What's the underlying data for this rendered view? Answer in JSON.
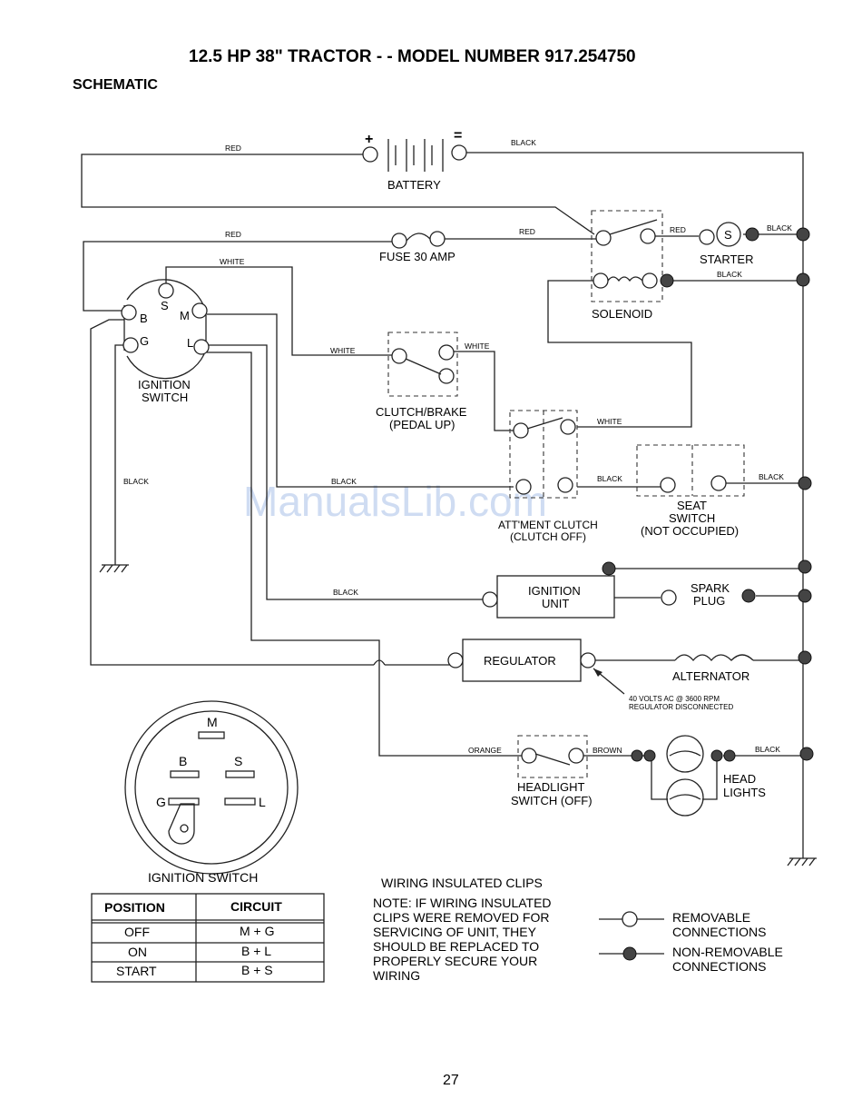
{
  "header": {
    "title": "12.5 HP 38\" TRACTOR - - MODEL NUMBER 917.254750",
    "subtitle": "SCHEMATIC"
  },
  "components": {
    "battery": "BATTERY",
    "plus": "+",
    "minus": "=",
    "fuse": "FUSE 30 AMP",
    "starter": "STARTER",
    "starter_s": "S",
    "solenoid": "SOLENOID",
    "ignition_switch_l1": "IGNITION",
    "ignition_switch_l2": "SWITCH",
    "clutch_brake_l1": "CLUTCH/BRAKE",
    "clutch_brake_l2": "(PEDAL UP)",
    "attment_l1": "ATT'MENT CLUTCH",
    "attment_l2": "(CLUTCH OFF)",
    "seat_l1": "SEAT",
    "seat_l2": "SWITCH",
    "seat_l3": "(NOT OCCUPIED)",
    "ignition_unit_l1": "IGNITION",
    "ignition_unit_l2": "UNIT",
    "spark_l1": "SPARK",
    "spark_l2": "PLUG",
    "regulator": "REGULATOR",
    "alternator": "ALTERNATOR",
    "alt_note_l1": "40 VOLTS AC @ 3600 RPM",
    "alt_note_l2": "REGULATOR DISCONNECTED",
    "headlight_switch_l1": "HEADLIGHT",
    "headlight_switch_l2": "SWITCH (OFF)",
    "head_lights_l1": "HEAD",
    "head_lights_l2": "LIGHTS"
  },
  "terminals": {
    "b": "B",
    "s": "S",
    "m": "M",
    "g": "G",
    "l": "L"
  },
  "wires": {
    "red": "RED",
    "black": "BLACK",
    "white": "WHITE",
    "orange": "ORANGE",
    "brown": "BROWN"
  },
  "switch_face": {
    "caption": "IGNITION SWITCH",
    "m": "M",
    "b": "B",
    "s": "S",
    "g": "G",
    "l": "L"
  },
  "table": {
    "headers": [
      "POSITION",
      "CIRCUIT"
    ],
    "rows": [
      [
        "OFF",
        "M + G"
      ],
      [
        "ON",
        "B + L"
      ],
      [
        "START",
        "B + S"
      ]
    ]
  },
  "note": {
    "heading": "WIRING INSULATED CLIPS",
    "lines": [
      "NOTE: IF WIRING INSULATED",
      "CLIPS WERE REMOVED FOR",
      "SERVICING OF UNIT, THEY",
      "SHOULD BE REPLACED TO",
      "PROPERLY SECURE YOUR",
      "WIRING"
    ]
  },
  "legend": {
    "removable_l1": "REMOVABLE",
    "removable_l2": "CONNECTIONS",
    "nonremovable_l1": "NON-REMOVABLE",
    "nonremovable_l2": "CONNECTIONS"
  },
  "watermark": "ManualsLib.com",
  "page_number": "27"
}
